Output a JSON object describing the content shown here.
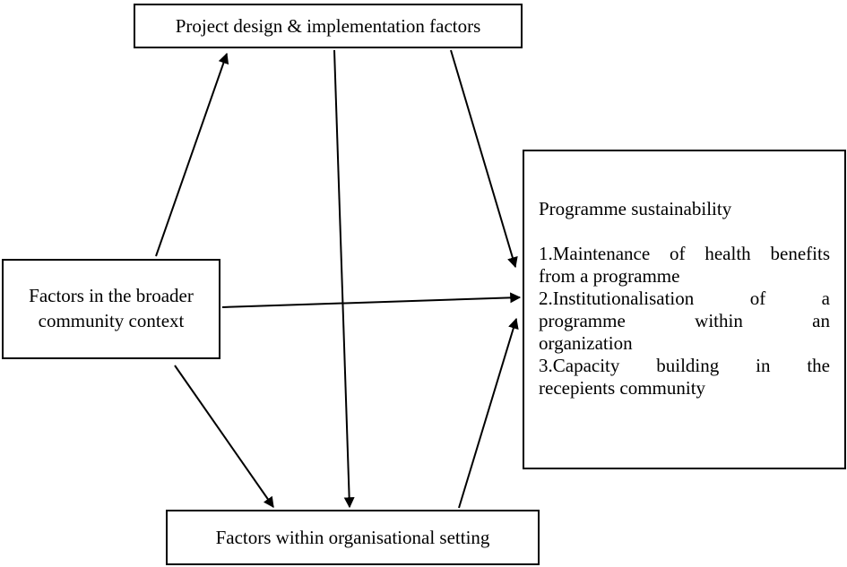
{
  "nodes": {
    "project_design": {
      "label": "Project design & implementation factors"
    },
    "broader_community": {
      "label_lines": [
        "Factors in the broader",
        "community context"
      ]
    },
    "organisational": {
      "label": "Factors within organisational setting"
    },
    "sustainability": {
      "title": "Programme sustainability",
      "item1": {
        "line1": "1.Maintenance of health benefits",
        "line2": "from a programme"
      },
      "item2": {
        "line1": "2.Institutionalisation of a",
        "line2": "programme within an",
        "line3": "organization"
      },
      "item3": {
        "line1": "3.Capacity building in the",
        "line2": "recepients community"
      }
    }
  },
  "colors": {
    "stroke": "#000000",
    "background": "#ffffff"
  }
}
